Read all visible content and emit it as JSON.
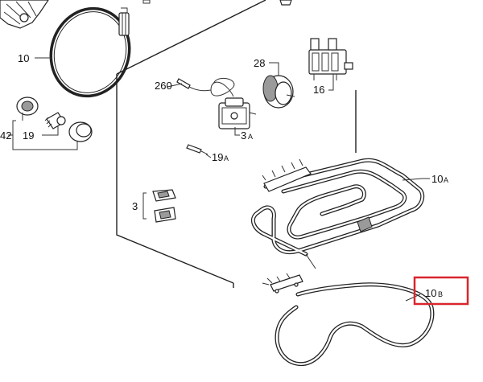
{
  "labels": {
    "l10": "10",
    "l260": "260",
    "l28": "28",
    "l16": "16",
    "l3a": "3",
    "l3a_suffix": "A",
    "l42": "42",
    "l19": "19",
    "l19a": "19",
    "l19a_suffix": "A",
    "l3": "3",
    "l10a": "10",
    "l10a_suffix": "A",
    "l10b": "10",
    "l10b_suffix": "B"
  },
  "highlight": {
    "color": "#d9262c",
    "target": "10B"
  }
}
